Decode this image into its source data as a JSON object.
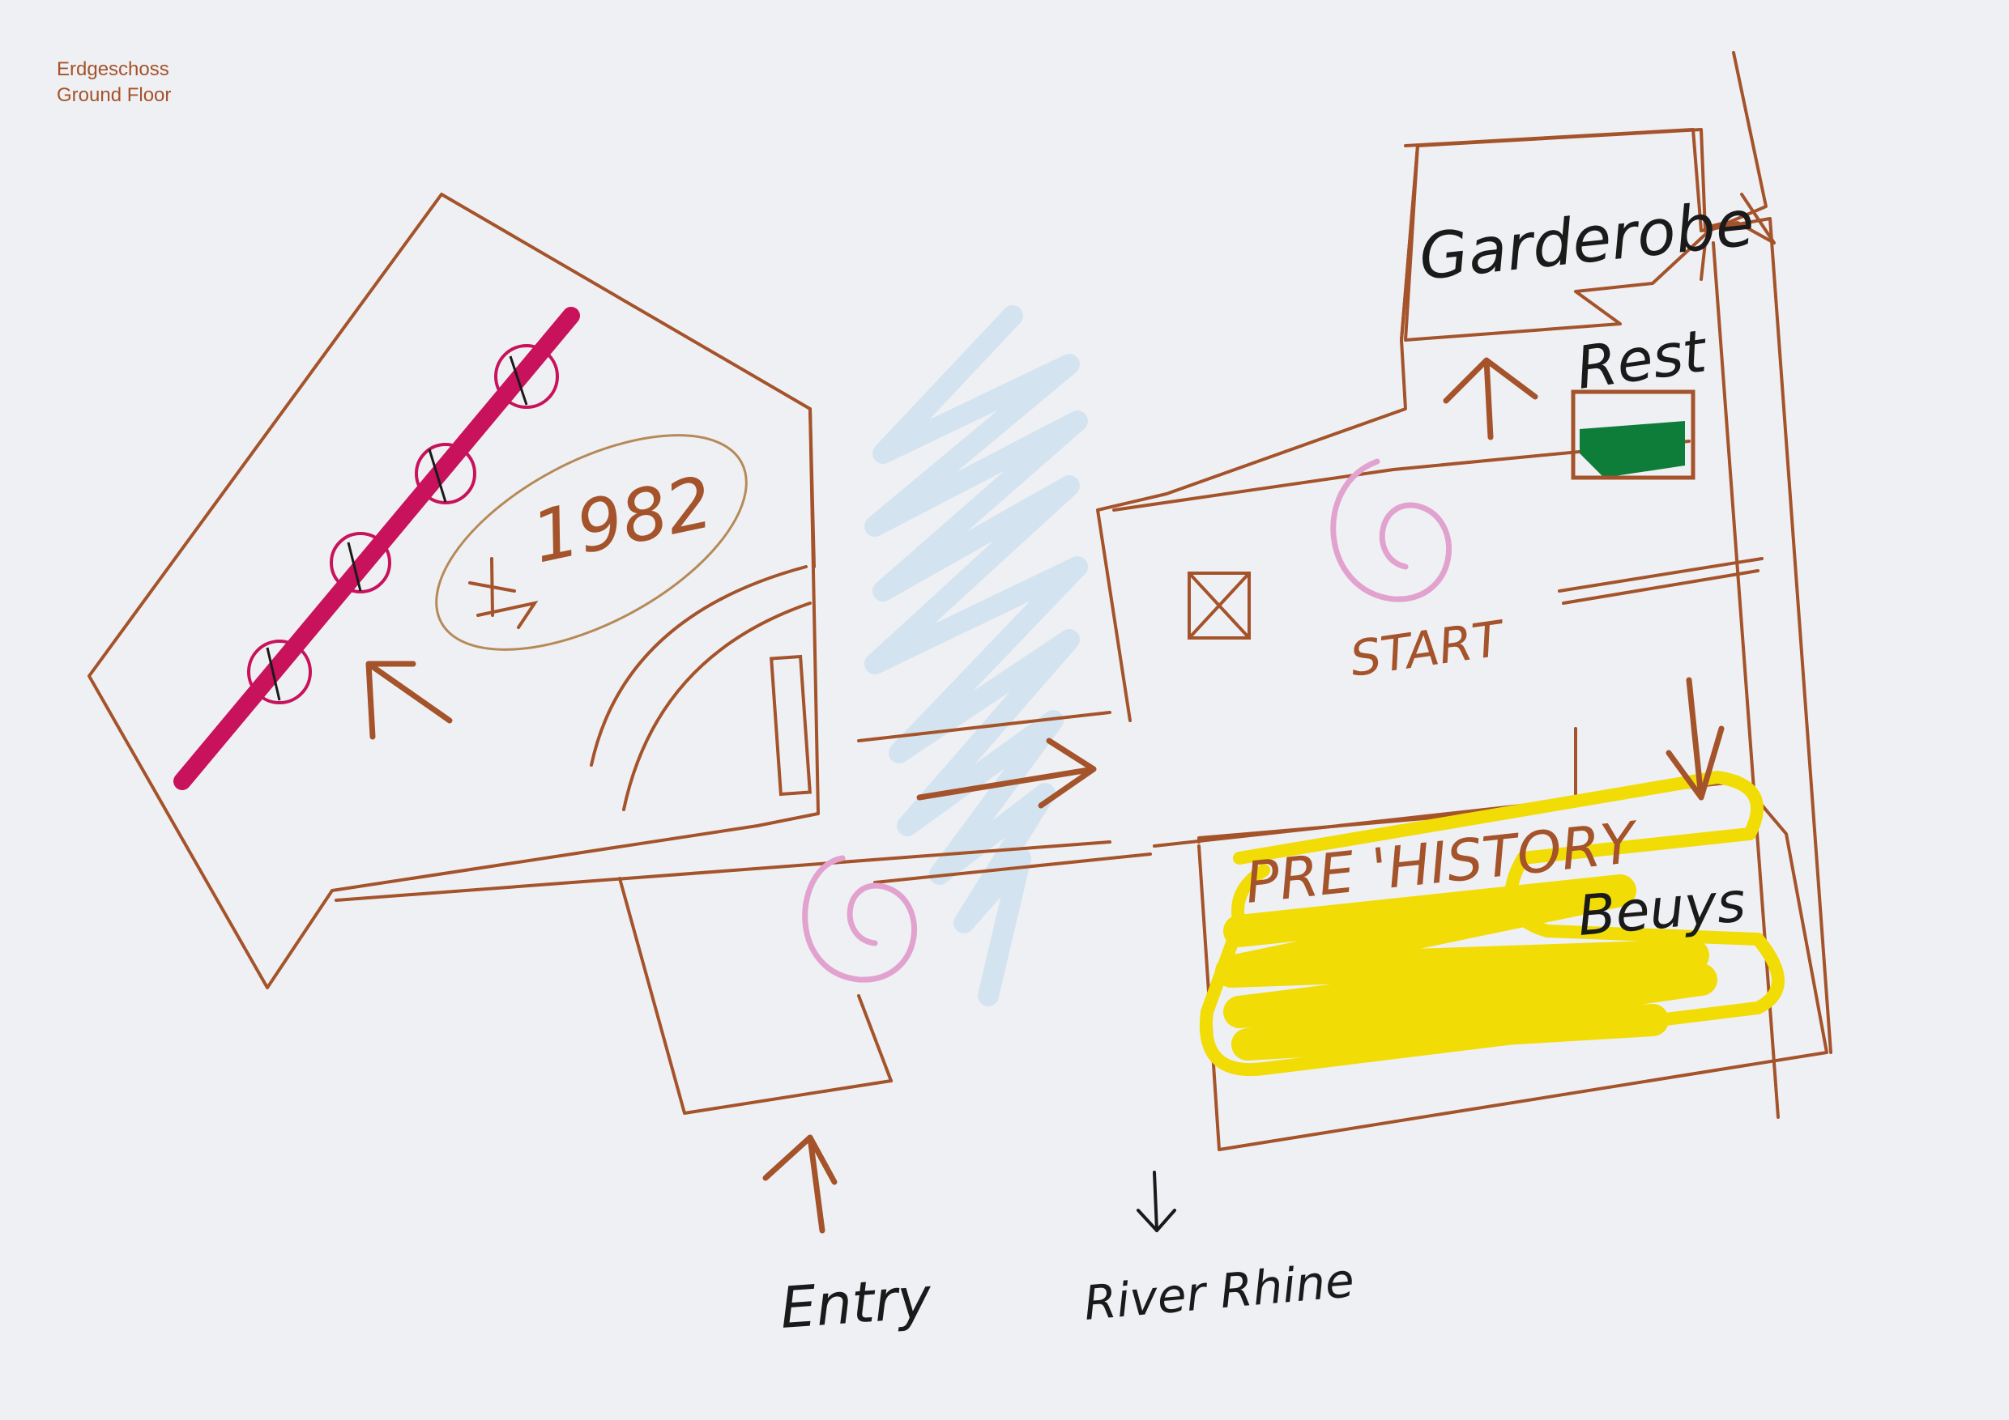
{
  "header": {
    "label_de": "Erdgeschoss",
    "label_en": "Ground Floor"
  },
  "map": {
    "labels": {
      "garderobe": "Garderobe",
      "rest": "Rest",
      "start": "START",
      "year": "1982",
      "prehistory": "PRE 'HISTORY",
      "beuys": "Beuys",
      "entry": "Entry",
      "river": "River Rhine"
    },
    "colors": {
      "wall_ink": "#a4532a",
      "black_ink": "#1a1a1a",
      "magenta": "#c8125c",
      "pink": "#e2a2cf",
      "light_blue": "#cfe2f0",
      "yellow": "#f1dc06",
      "green": "#0f7d3a",
      "background": "#eff0f4"
    }
  }
}
